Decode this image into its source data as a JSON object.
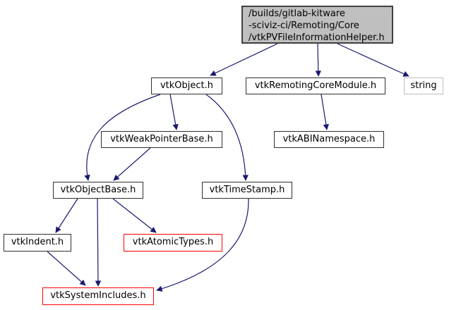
{
  "diagram": {
    "kind": "doxygen-include-dependency-graph",
    "nodes": [
      {
        "id": "root",
        "label": "/builds/gitlab-kitware\n-sciviz-ci/Remoting/Core\n/vtkPVFileInformationHelper.h",
        "role": "current-file"
      },
      {
        "id": "vtkObject",
        "label": "vtkObject.h",
        "role": "header"
      },
      {
        "id": "vtkRemotingCoreModule",
        "label": "vtkRemotingCoreModule.h",
        "role": "header"
      },
      {
        "id": "string",
        "label": "string",
        "role": "external-header"
      },
      {
        "id": "vtkWeakPointerBase",
        "label": "vtkWeakPointerBase.h",
        "role": "header"
      },
      {
        "id": "vtkABINamespace",
        "label": "vtkABINamespace.h",
        "role": "header"
      },
      {
        "id": "vtkObjectBase",
        "label": "vtkObjectBase.h",
        "role": "header"
      },
      {
        "id": "vtkTimeStamp",
        "label": "vtkTimeStamp.h",
        "role": "header"
      },
      {
        "id": "vtkIndent",
        "label": "vtkIndent.h",
        "role": "header"
      },
      {
        "id": "vtkAtomicTypes",
        "label": "vtkAtomicTypes.h",
        "role": "header-truncated"
      },
      {
        "id": "vtkSystemIncludes",
        "label": "vtkSystemIncludes.h",
        "role": "header-truncated"
      }
    ],
    "edges": [
      {
        "from": "root",
        "to": "vtkObject"
      },
      {
        "from": "root",
        "to": "vtkRemotingCoreModule"
      },
      {
        "from": "root",
        "to": "string"
      },
      {
        "from": "vtkObject",
        "to": "vtkWeakPointerBase"
      },
      {
        "from": "vtkObject",
        "to": "vtkObjectBase"
      },
      {
        "from": "vtkObject",
        "to": "vtkTimeStamp"
      },
      {
        "from": "vtkWeakPointerBase",
        "to": "vtkObjectBase"
      },
      {
        "from": "vtkRemotingCoreModule",
        "to": "vtkABINamespace"
      },
      {
        "from": "vtkObjectBase",
        "to": "vtkIndent"
      },
      {
        "from": "vtkObjectBase",
        "to": "vtkSystemIncludes"
      },
      {
        "from": "vtkObjectBase",
        "to": "vtkAtomicTypes"
      },
      {
        "from": "vtkIndent",
        "to": "vtkSystemIncludes"
      },
      {
        "from": "vtkTimeStamp",
        "to": "vtkSystemIncludes"
      }
    ],
    "colors": {
      "background": "#ffffff",
      "edge": "#191970",
      "node_border": "#303030",
      "node_fill": "#ffffff",
      "text": "#000000",
      "current_fill": "#bfbfbf",
      "current_border": "#404040",
      "external_border": "#bfbfbf",
      "truncated_border": "#ff0000"
    }
  }
}
